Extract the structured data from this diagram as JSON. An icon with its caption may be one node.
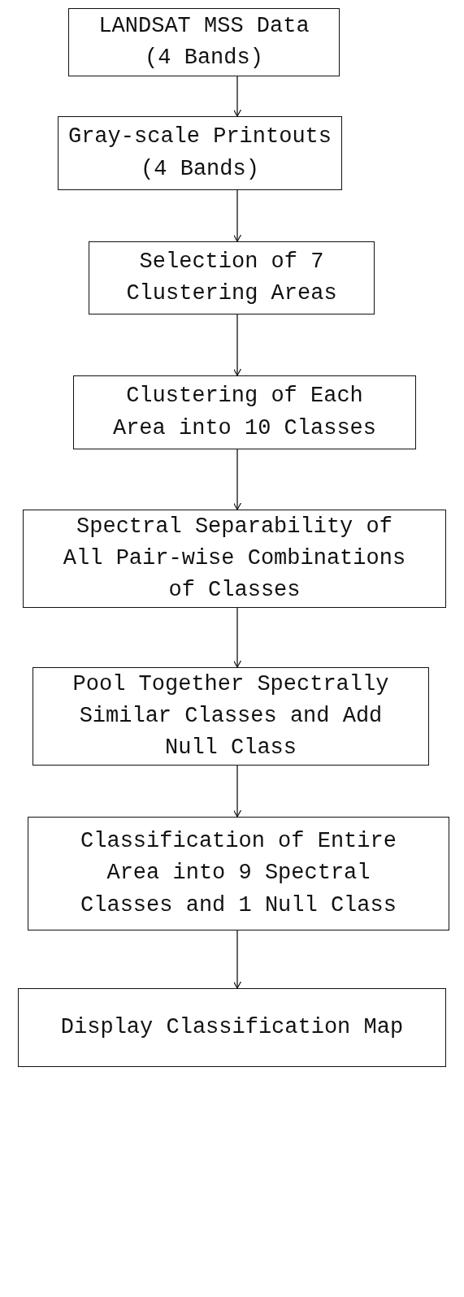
{
  "diagram": {
    "nodes": [
      {
        "text": [
          "LANDSAT MSS Data (4 Bands)"
        ]
      },
      {
        "text": [
          "Gray-scale Printouts (4 Bands)"
        ]
      },
      {
        "text": [
          "Selection of 7 Clustering Areas"
        ]
      },
      {
        "text": [
          "Clustering of Each Area into 10 Classes"
        ]
      },
      {
        "text": [
          "Spectral Separability of All Pair-wise Combinations of Classes"
        ]
      },
      {
        "text": [
          "Pool Together Spectrally Similar Classes and Add Null Class"
        ]
      },
      {
        "text": [
          "Classification of Entire Area into 9 Spectral Classes and 1 Null Class"
        ]
      },
      {
        "text": [
          "Display Classification Map"
        ]
      }
    ],
    "edges": [
      {
        "from": 0,
        "to": 1,
        "arrow": "to"
      },
      {
        "from": 1,
        "to": 2,
        "arrow": "to"
      },
      {
        "from": 2,
        "to": 3,
        "arrow": "to"
      },
      {
        "from": 3,
        "to": 4,
        "arrow": "to"
      },
      {
        "from": 4,
        "to": 5,
        "arrow": "to"
      },
      {
        "from": 5,
        "to": 6,
        "arrow": "to"
      },
      {
        "from": 6,
        "to": 7,
        "arrow": "to"
      }
    ]
  }
}
